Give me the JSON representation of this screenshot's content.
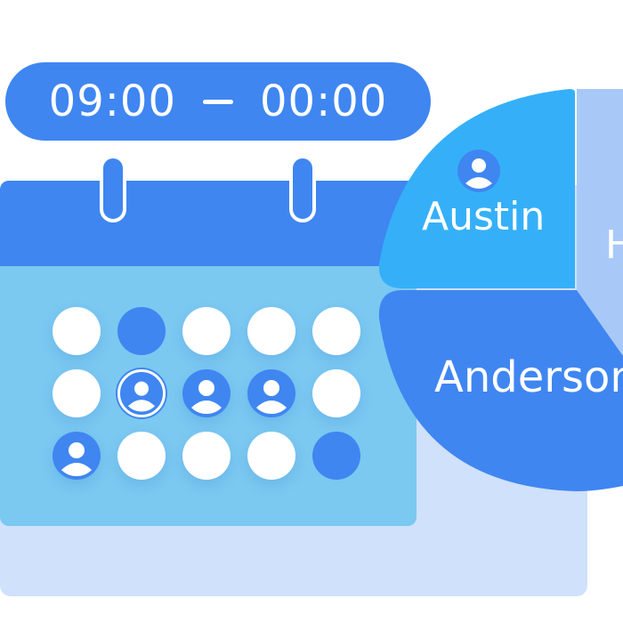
{
  "schedule": {
    "start_time": "09:00",
    "end_time": "00:00"
  },
  "pie": {
    "segments": [
      {
        "label": "Austin",
        "color": "#35b0f8"
      },
      {
        "label": "Anderson",
        "color": "#3f86f1"
      },
      {
        "label": "H",
        "color": "#a8c9f7"
      }
    ]
  },
  "calendar": {
    "grid": [
      [
        "empty",
        "filled",
        "empty",
        "empty",
        "empty"
      ],
      [
        "empty",
        "avatar-selected",
        "avatar",
        "avatar",
        "empty"
      ],
      [
        "avatar",
        "empty",
        "empty",
        "empty",
        "filled"
      ]
    ]
  },
  "colors": {
    "primary": "#3f86f1",
    "light_blue": "#7bc8f1",
    "panel": "#cfe1fb",
    "cyan": "#35b0f8",
    "pale": "#a8c9f7"
  },
  "icons": {
    "avatar": "user-avatar-icon"
  }
}
